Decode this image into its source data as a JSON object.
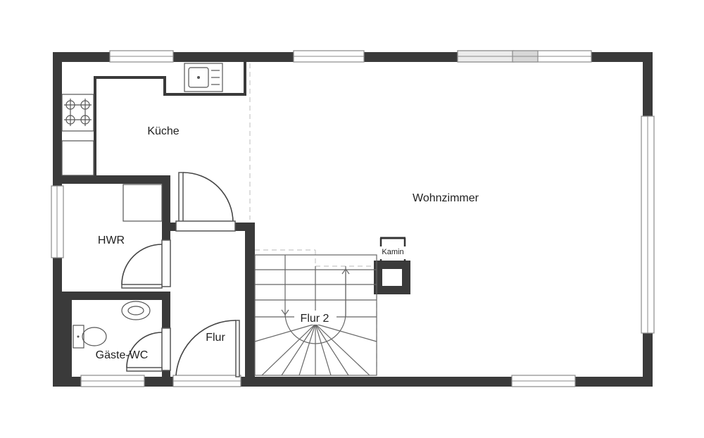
{
  "rooms": {
    "kueche": "Küche",
    "wohnzimmer": "Wohnzimmer",
    "hwr": "HWR",
    "gaeste_wc": "Gäste-WC",
    "flur": "Flur",
    "flur2": "Flur 2"
  },
  "fixtures": {
    "kamin": "Kamin"
  },
  "colors": {
    "wall": "#3a3a3a",
    "window": "#8a8a8a",
    "background": "#ffffff"
  }
}
